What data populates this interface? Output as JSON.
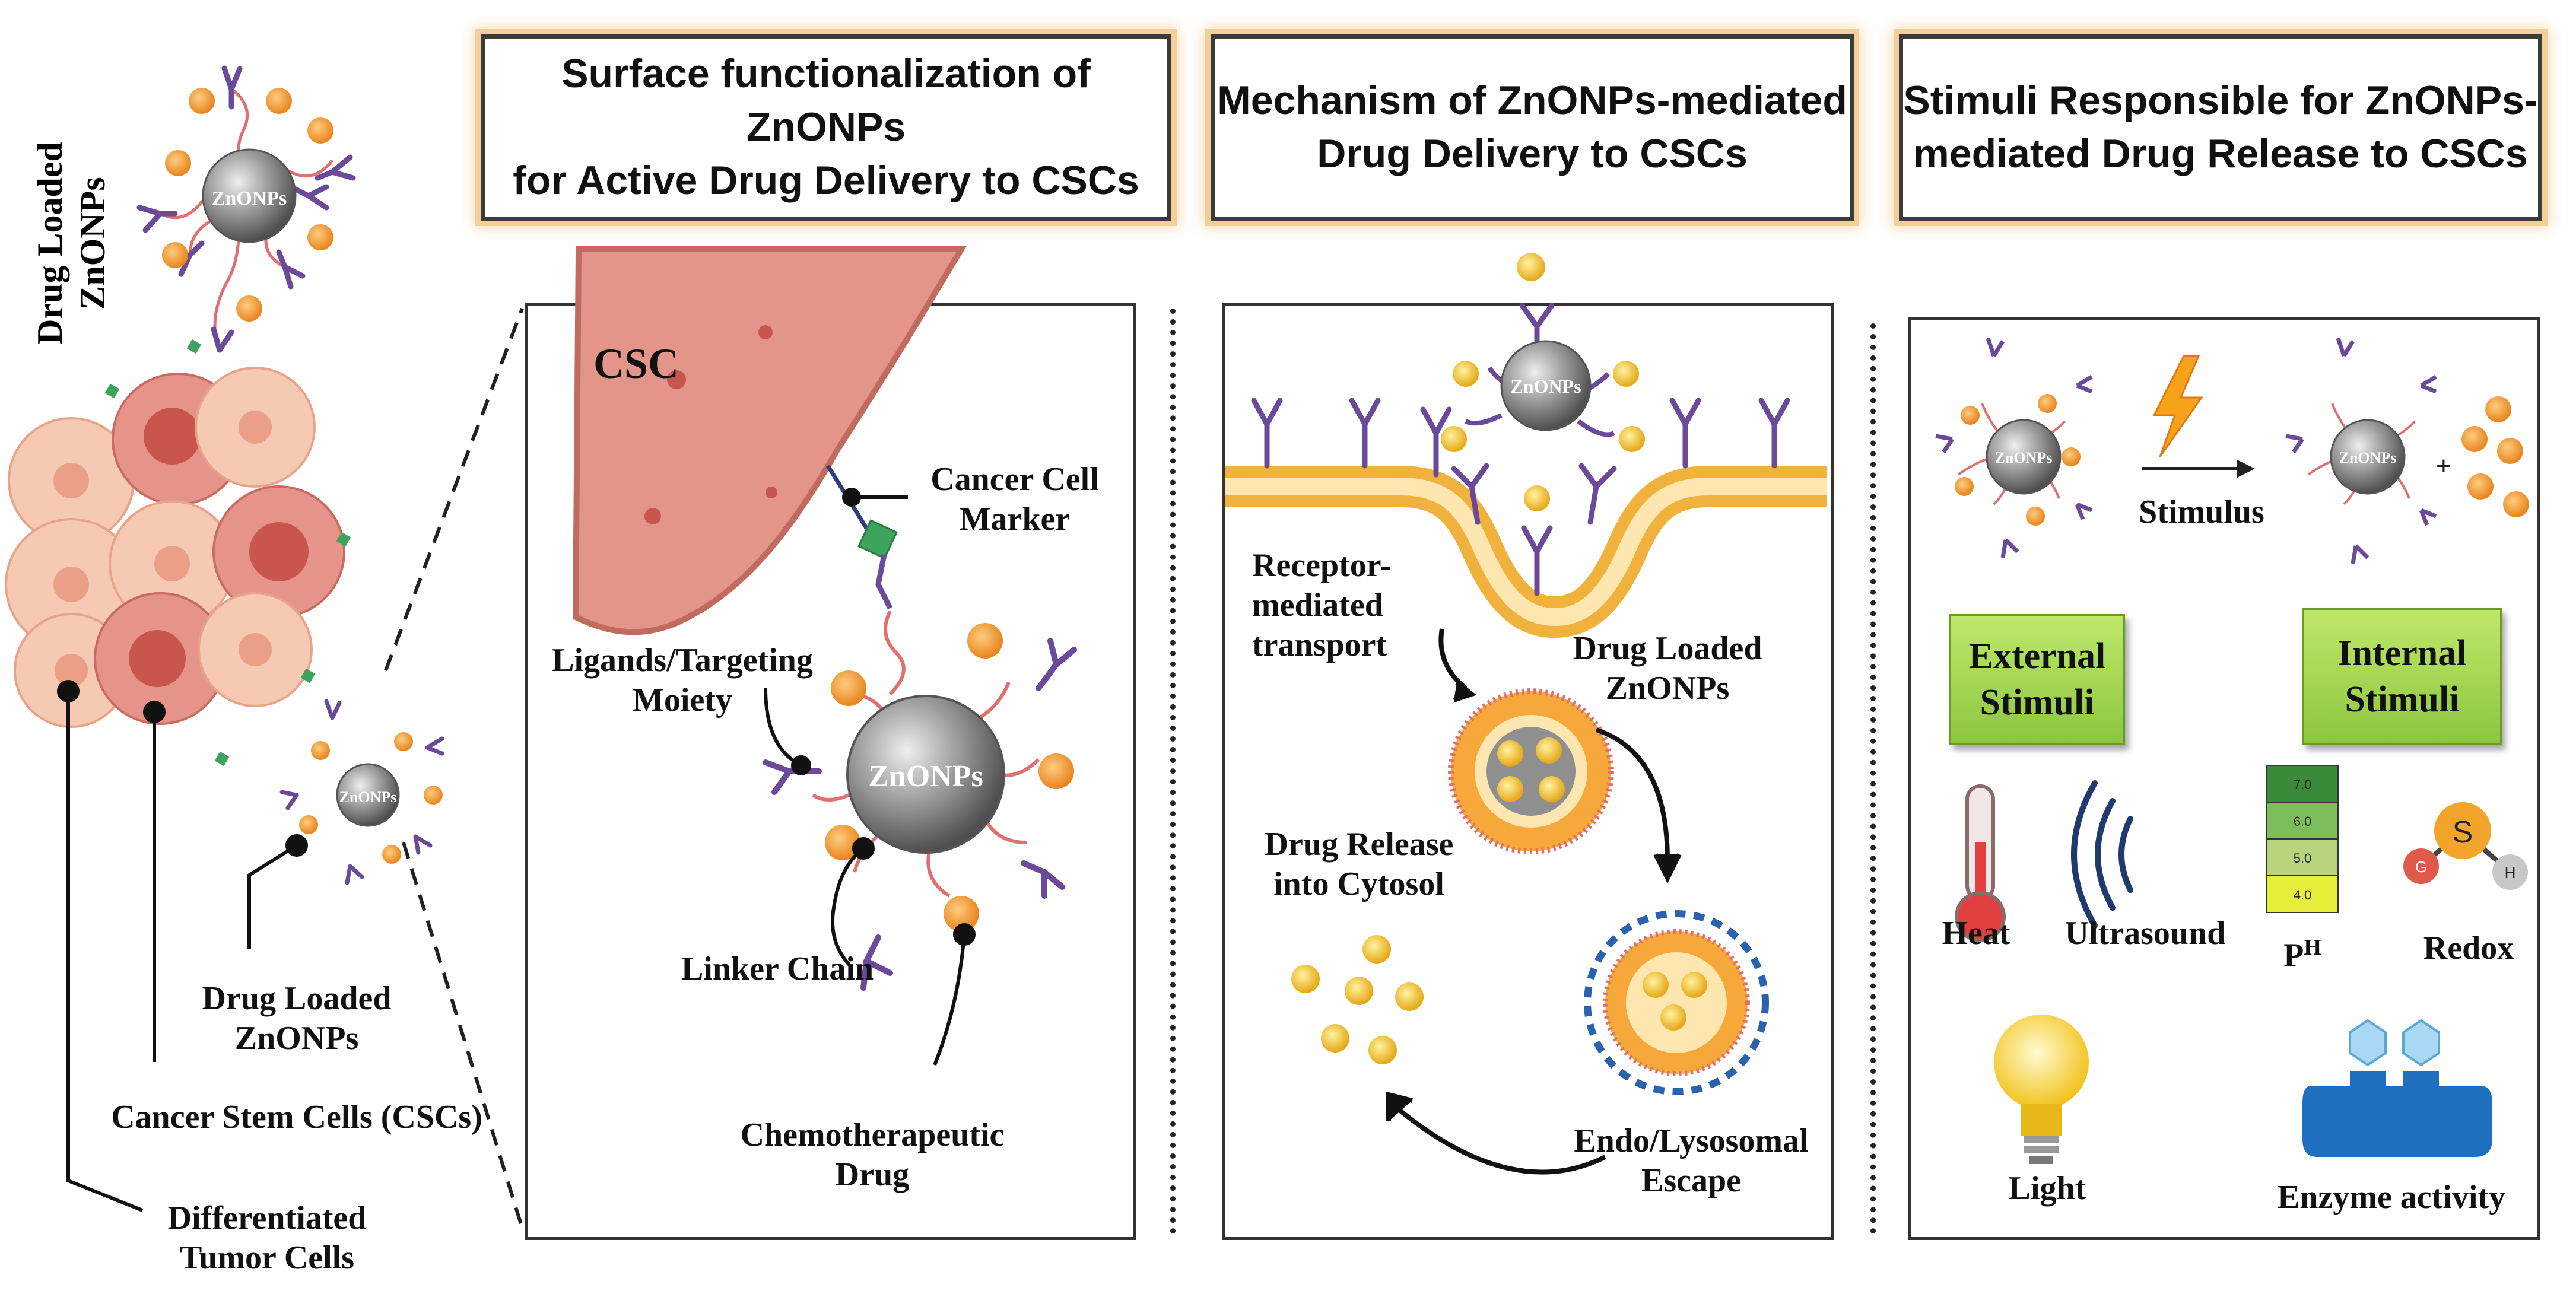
{
  "headers": {
    "surface_line1": "Surface functionalization of  ZnONPs",
    "surface_line2": "for Active Drug Delivery  to CSCs",
    "mechanism_line1": "Mechanism of  ZnONPs-mediated",
    "mechanism_line2": "Drug Delivery  to CSCs",
    "stimuli_line1": "Stimuli Responsible for ZnONPs-",
    "stimuli_line2": "mediated Drug Release to CSCs"
  },
  "left": {
    "side_line1": "Drug Loaded",
    "side_line2": "ZnONPs",
    "np_label": "ZnONPs",
    "small_np_label": "ZnONPs",
    "drug_loaded_line1": "Drug Loaded",
    "drug_loaded_line2": "ZnONPs",
    "cancer_stem_cells": "Cancer Stem Cells (CSCs)",
    "differentiated_line1": "Differentiated",
    "differentiated_line2": "Tumor Cells"
  },
  "surface": {
    "csc": "CSC",
    "marker_line1": "Cancer Cell",
    "marker_line2": "Marker",
    "ligands_line1": "Ligands/Targeting",
    "ligands_line2": "Moiety",
    "np_label": "ZnONPs",
    "linker": "Linker Chain",
    "chemo_line1": "Chemotherapeutic",
    "chemo_line2": "Drug"
  },
  "mechanism": {
    "np_label": "ZnONPs",
    "receptor_line1": "Receptor-",
    "receptor_line2": "mediated",
    "receptor_line3": "transport",
    "drug_loaded_line1": "Drug Loaded",
    "drug_loaded_line2": "ZnONPs",
    "release_line1": "Drug Release",
    "release_line2": "into Cytosol",
    "escape_line1": "Endo/Lysosomal",
    "escape_line2": "Escape"
  },
  "stimuli": {
    "np_label_before": "ZnONPs",
    "np_label_after": "ZnONPs",
    "plus": "+",
    "stimulus": "Stimulus",
    "external_line1": "External",
    "external_line2": "Stimuli",
    "internal_line1": "Internal",
    "internal_line2": "Stimuli",
    "heat": "Heat",
    "ultrasound": "Ultrasound",
    "ph_p": "P",
    "ph_h": "H",
    "redox": "Redox",
    "light": "Light",
    "enzyme": "Enzyme activity",
    "ph_scale": [
      "7.0",
      "6.0",
      "5.0",
      "4.0"
    ],
    "redox_s": "S",
    "redox_g": "G",
    "redox_h": "H"
  },
  "colors": {
    "csc_membrane": "#e3958a",
    "cell_light": "#f5c9b2",
    "cell_dark": "#c86b63",
    "drug_orange": "#f0a044",
    "drug_yellow": "#f3c633",
    "antibody": "#6b4a99",
    "linker": "#e07070",
    "marker_green": "#3ea35c",
    "stimuli_green": "#8cc63f",
    "enzyme_blue": "#1e6fbf",
    "vesicle_blue": "#2a62b0"
  }
}
